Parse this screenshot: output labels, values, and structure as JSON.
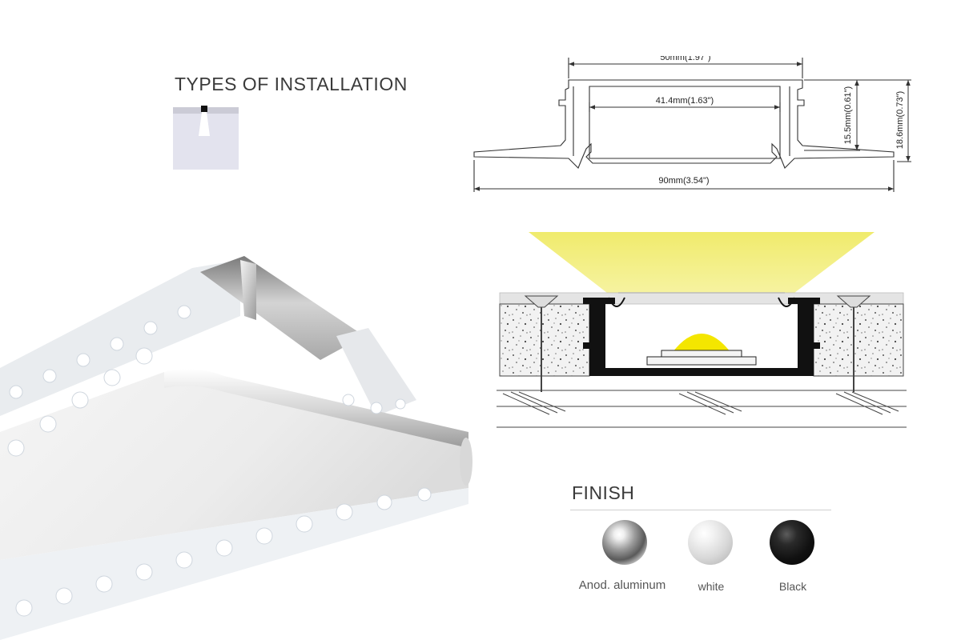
{
  "installation": {
    "title": "TYPES OF INSTALLATION",
    "icon": "recessed-ceiling-icon"
  },
  "dimensions": {
    "top_width": "50mm(1.97\")",
    "inner_width": "41.4mm(1.63\")",
    "inner_height": "15.5mm(0.61\")",
    "total_height": "18.6mm(0.73\")",
    "total_width": "90mm(3.54\")"
  },
  "finish": {
    "title": "FINISH",
    "options": [
      {
        "label": "Anod. aluminum",
        "color": "#9a9a9a"
      },
      {
        "label": "white",
        "color": "#d8d8d8"
      },
      {
        "label": "Black",
        "color": "#111111"
      }
    ]
  },
  "colors": {
    "light_beam": "#f2ee7e",
    "led": "#f4e600",
    "profile": "#111111",
    "plaster": "#eeeeee"
  }
}
